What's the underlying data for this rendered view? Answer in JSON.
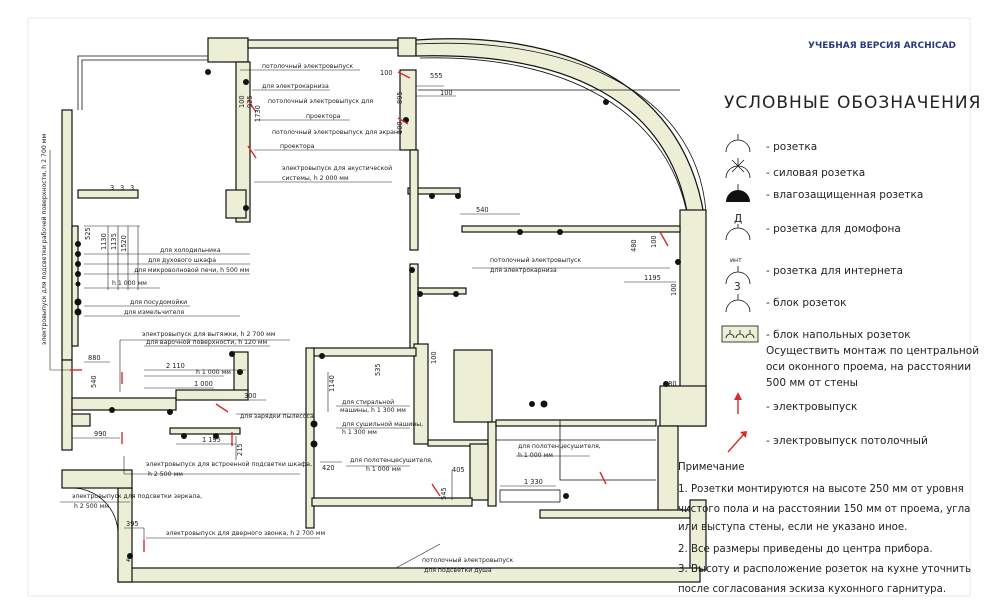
{
  "watermark": "УЧЕБНАЯ ВЕРСИЯ ARCHICAD",
  "legend": {
    "title": "УСЛОВНЫЕ ОБОЗНАЧЕНИЯ",
    "items": [
      {
        "icon": "socket-icon",
        "label": "- розетка"
      },
      {
        "icon": "power-socket-icon",
        "label": "- силовая розетка"
      },
      {
        "icon": "waterproof-socket-icon",
        "label": "- влагозащищенная розетка"
      },
      {
        "icon": "intercom-socket-icon",
        "mark": "Д",
        "label": "- розетка для домофона"
      },
      {
        "icon": "internet-socket-icon",
        "mark": "инт",
        "label": "- розетка для интернета"
      },
      {
        "icon": "socket-block-icon",
        "mark": "3",
        "label": "- блок розеток"
      },
      {
        "icon": "floor-socket-block-icon",
        "label": "- блок напольных розеток"
      },
      {
        "icon": "wall-outlet-arrow-icon",
        "label": "- электровыпуск"
      },
      {
        "icon": "ceiling-outlet-arrow-icon",
        "label": "- электровыпуск потолочный"
      }
    ],
    "floor_note": [
      "Осуществить монтаж по центральной",
      "оси оконного проема, на расстоянии",
      "500 мм от стены"
    ]
  },
  "notes": {
    "title": "Примечание",
    "lines": [
      "1. Розетки монтируются на высоте 250 мм от уровня",
      "чистого пола и на расстоянии 150 мм от проема, угла",
      "или выступа стены, если не указано иное.",
      "2. Все размеры приведены до центра прибора.",
      "3. Высоту и расположение розеток на кухне уточнить",
      "после согласования эскиза кухонного гарнитура."
    ]
  },
  "labels": {
    "l1a": "потолочный электровыпуск",
    "l1b": "для электрокарниза",
    "l2a": "потолочный электровыпуск для",
    "l2b": "проектора",
    "l3a": "потолочный электровыпуск для экрана",
    "l3b": "проектора",
    "l4a": "электровыпуск для акустической",
    "l4b": "системы, h 2 000 мм",
    "l5a": "потолочный электровыпуск",
    "l5b": "для электрокарниза",
    "fridge": "для холодильника",
    "oven": "для духового шкафа",
    "micro": "для микроволновой печи, h 500 мм",
    "h1000a": "h 1 000 мм",
    "dish": "для посудомойки",
    "grinder": "для измельчителя",
    "hood": "электровыпуск для вытяжки, h 2 700 мм",
    "hob": "для варочной поверхности, h 120 мм",
    "h1000b": "h 1 000 мм",
    "vac": "для зарядки пылесоса",
    "wash1": "для стиральной",
    "wash2": "машины, h 1 300 мм",
    "dry1": "для сушильной машины,",
    "dry2": "h 1 300 мм",
    "towel1": "для полотенцесушителя,",
    "towel2": "h 1 000 мм",
    "towel3": "для полотенцесушителя,",
    "towel4": "h 1 000 мм",
    "wardrobe": "электровыпуск для встроенной подсветки шкафа,",
    "h2500a": "h 2 500 мм",
    "mirror": "электровыпуск для подсветки зеркала,",
    "h2500b": "h 2 500 мм",
    "bell": "электровыпуск для дверного звонка, h 2 700 мм",
    "shower1": "потолочный электровыпуск",
    "shower2": "для подсветки душа",
    "worktop": "электровыпуск для подсветки рабочей поверхности, h 2 700 мм"
  },
  "dims": {
    "d100a": "100",
    "d555": "555",
    "d100b": "100",
    "d895": "895",
    "d100c": "100",
    "d100d": "100",
    "d925": "925",
    "d1730": "1730",
    "d3a": "3",
    "d3b": "3",
    "d3c": "3",
    "d525": "525",
    "d1130": "1130",
    "d1135": "1135",
    "d1520": "1520",
    "d540a": "540",
    "d480": "480",
    "d100e": "100",
    "d1195a": "1195",
    "d100f": "100",
    "d880": "880",
    "d540b": "540",
    "d2110": "2 110",
    "d1000": "1 000",
    "d300": "300",
    "d990": "990",
    "d1195b": "1 195",
    "d215": "215",
    "d1140": "1140",
    "d535": "535",
    "d100g": "100",
    "d420": "420",
    "d405": "405",
    "d545": "545",
    "d1330": "1 330",
    "d280": "280",
    "d395": "395",
    "d4": "4"
  }
}
